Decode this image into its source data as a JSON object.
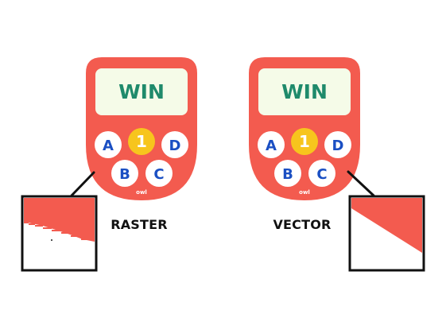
{
  "labels": {
    "raster": "RASTER",
    "vector": "VECTOR"
  },
  "devices": [
    {
      "screen_text": "WIN",
      "buttons": {
        "a": "A",
        "center": "1",
        "d": "D",
        "b": "B",
        "c": "C"
      },
      "brand": "owl"
    },
    {
      "screen_text": "WIN",
      "buttons": {
        "a": "A",
        "center": "1",
        "d": "D",
        "b": "B",
        "c": "C"
      },
      "brand": "owl"
    }
  ],
  "colors": {
    "body": "#f35b4f",
    "screen": "#f5fbe8",
    "screen_text": "#1f8a6b",
    "button_face": "#ffffff",
    "button_text": "#1a4fc3",
    "center_button": "#f7c51d",
    "frame": "#111111"
  },
  "icons": {
    "raster_zoom": "raster-zoom-icon",
    "vector_zoom": "vector-zoom-icon"
  }
}
